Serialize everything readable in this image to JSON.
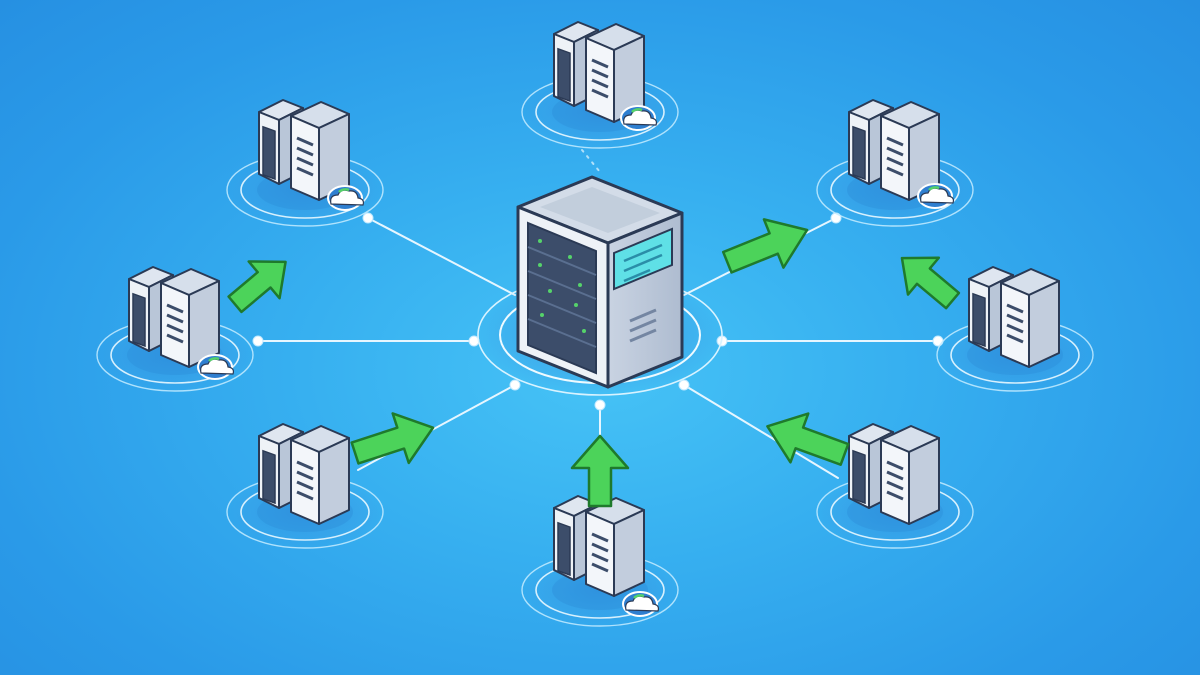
{
  "diagram": {
    "type": "hub-and-spoke network",
    "hub": {
      "icon": "server-tower-icon"
    },
    "nodes": [
      {
        "id": "top",
        "icon": "server-pair-icon",
        "cloud": true,
        "arrow": "none"
      },
      {
        "id": "upper-left",
        "icon": "server-pair-icon",
        "cloud": true,
        "arrow": "none"
      },
      {
        "id": "middle-left",
        "icon": "server-pair-icon",
        "cloud": true,
        "arrow": "up-right"
      },
      {
        "id": "lower-left",
        "icon": "server-pair-icon",
        "cloud": false,
        "arrow": "right"
      },
      {
        "id": "bottom",
        "icon": "server-pair-icon",
        "cloud": true,
        "arrow": "up"
      },
      {
        "id": "lower-right",
        "icon": "server-pair-icon",
        "cloud": false,
        "arrow": "up-left"
      },
      {
        "id": "middle-right",
        "icon": "server-pair-icon",
        "cloud": false,
        "arrow": "up-left"
      },
      {
        "id": "upper-right",
        "icon": "server-pair-icon",
        "cloud": true,
        "arrow": "none"
      }
    ],
    "hub_arrow": "up-right",
    "colors": {
      "background": "#37b0f0",
      "connector": "#e6f6ff",
      "arrow": "#4cd35a",
      "arrow_outline": "#1f7a2c",
      "server_body": "#eef2f7",
      "server_outline": "#2b3a55",
      "rack_panel": "#3c4d6a",
      "hub_screen": "#5fe0e6"
    }
  }
}
